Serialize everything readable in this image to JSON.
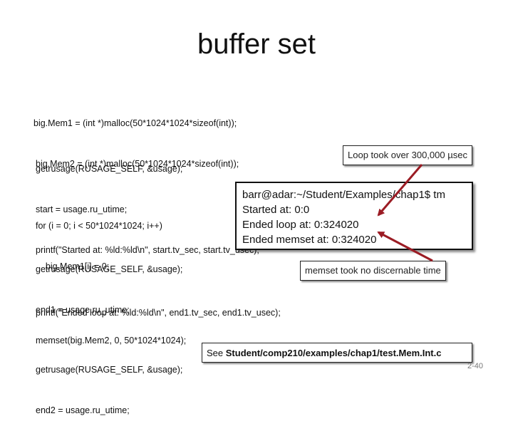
{
  "title": "buffer set",
  "code_block1": [
    "big.Mem1 = (int *)malloc(50*1024*1024*sizeof(int));",
    "big.Mem2 = (int *)malloc(50*1024*1024*sizeof(int));"
  ],
  "code_block2": [
    "getrusage(RUSAGE_SELF, &usage);",
    "start = usage.ru_utime;",
    "printf(\"Started at: %ld:%ld\\n\", start.tv_sec, start.tv_usec);"
  ],
  "code_block3": [
    "for (i = 0; i < 50*1024*1024; i++)",
    "    big.Mem1[i] = 0;"
  ],
  "code_block4": [
    "getrusage(RUSAGE_SELF, &usage);",
    "end1 = usage.ru_utime;"
  ],
  "code_line5": "printf(\"Ended loop at: %ld:%ld\\n\", end1.tv_sec, end1.tv_usec);",
  "code_line6": "memset(big.Mem2, 0, 50*1024*1024);",
  "code_block7": [
    "getrusage(RUSAGE_SELF, &usage);",
    "end2 = usage.ru_utime;"
  ],
  "callout_loop": "Loop took over 300,000 µsec",
  "callout_memset": "memset took no discernable time",
  "terminal_lines": [
    "barr@adar:~/Student/Examples/chap1$ tm",
    "Started at: 0:0",
    "Ended loop at: 0:324020",
    "Ended memset at: 0:324020"
  ],
  "see_prefix": "See ",
  "see_path": "Student/comp210/examples/chap1/test.Mem.Int.c",
  "page_number": "2-40",
  "colors": {
    "arrow": "#9b1c24",
    "border": "#111111"
  }
}
